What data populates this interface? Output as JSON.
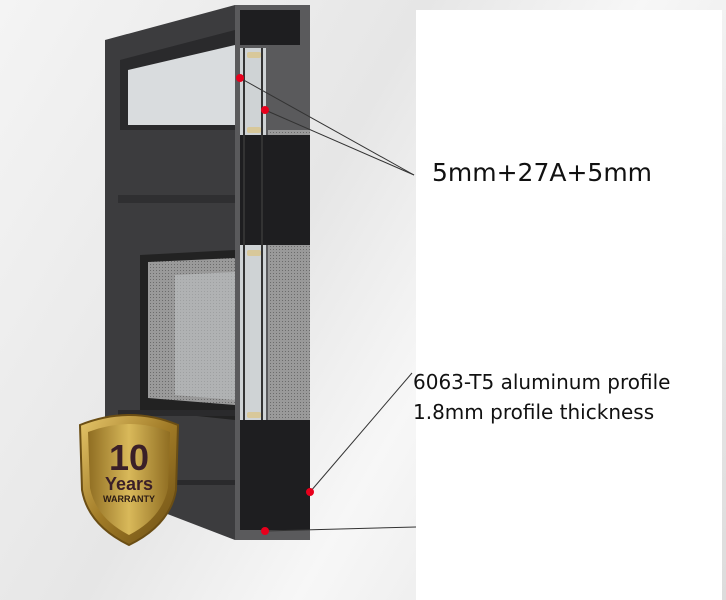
{
  "callouts": {
    "glass": "5mm+27A+5mm",
    "profile_line1": "6063-T5 aluminum profile",
    "profile_line2": "1.8mm profile thickness"
  },
  "badge": {
    "number": "10",
    "years": "Years",
    "warranty": "WARRANTY"
  },
  "colors": {
    "frame": "#3a3a3c",
    "marker": "#e8001c",
    "badge_gold": "#b8912e"
  }
}
